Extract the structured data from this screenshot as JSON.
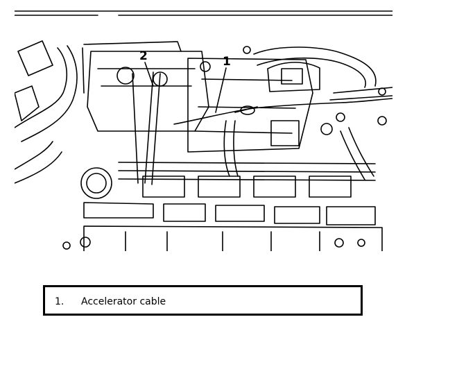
{
  "diagram": {
    "callouts": [
      {
        "id": "1",
        "label": "1"
      },
      {
        "id": "2",
        "label": "2"
      }
    ]
  },
  "legend": {
    "items": [
      {
        "number": "1.",
        "text": "Accelerator cable"
      }
    ]
  }
}
